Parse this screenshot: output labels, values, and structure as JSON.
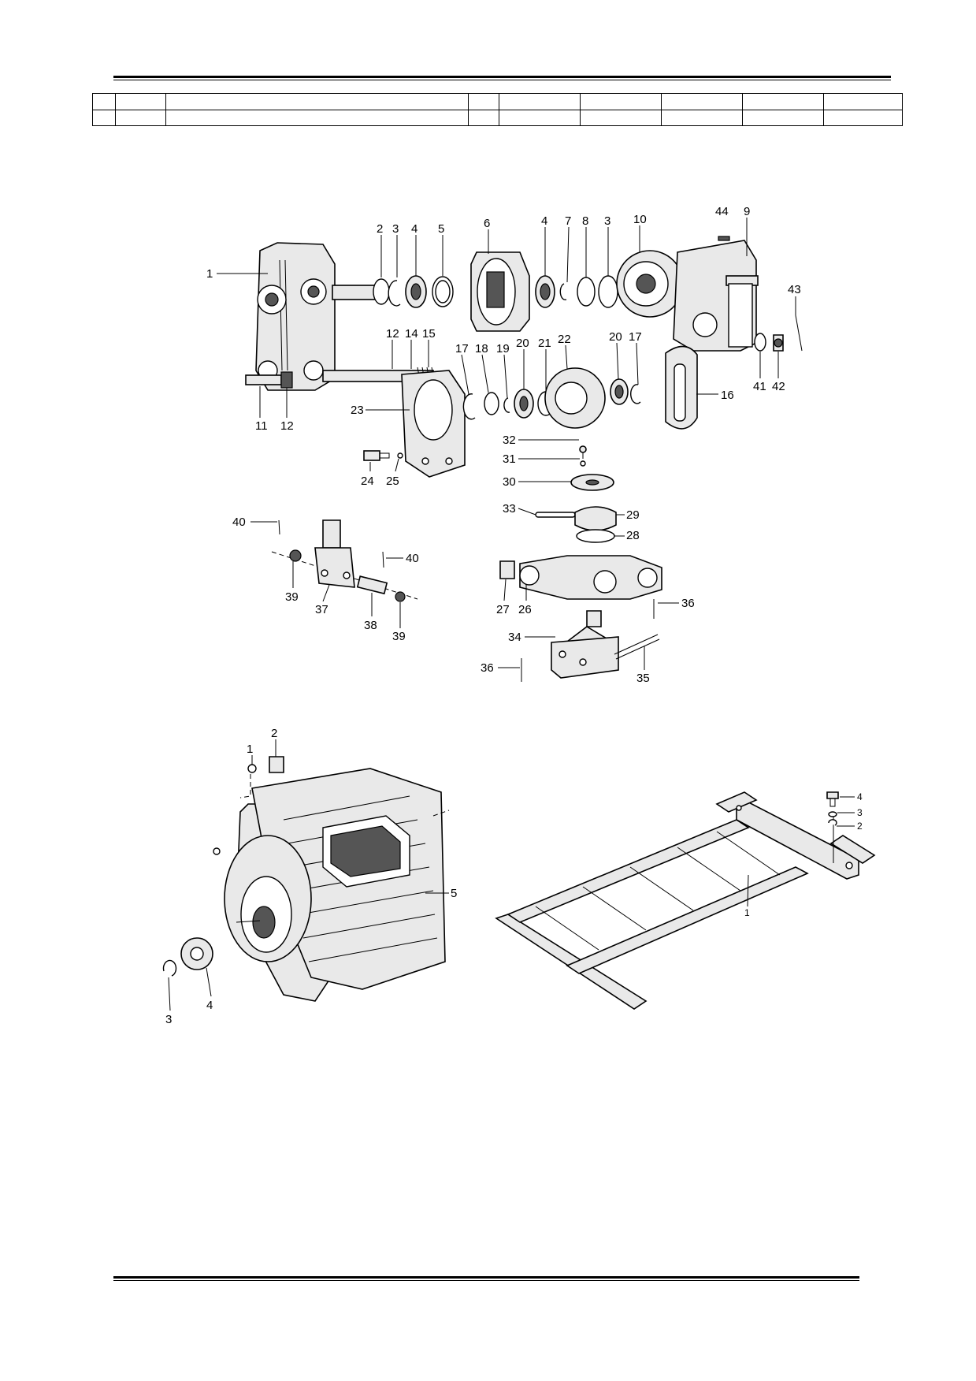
{
  "header_table": {
    "rows": [
      [
        "",
        "",
        "",
        "",
        "",
        "",
        "",
        "",
        ""
      ],
      [
        "",
        "",
        "",
        "",
        "",
        "",
        "",
        "",
        ""
      ]
    ]
  },
  "figure_gearbox": {
    "callouts": [
      "1",
      "2",
      "3",
      "4",
      "5",
      "6",
      "4",
      "7",
      "8",
      "3",
      "10",
      "44",
      "9",
      "43",
      "12",
      "14",
      "15",
      "17",
      "18",
      "19",
      "20",
      "21",
      "22",
      "20",
      "17",
      "11",
      "12",
      "23",
      "16",
      "41",
      "42",
      "32",
      "31",
      "30",
      "24",
      "25",
      "33",
      "29",
      "28",
      "40",
      "40",
      "39",
      "37",
      "38",
      "39",
      "27",
      "26",
      "36",
      "34",
      "35",
      "36"
    ]
  },
  "figure_engine": {
    "callouts": [
      "1",
      "2",
      "5",
      "4",
      "3"
    ]
  },
  "figure_frame": {
    "callouts": [
      "4",
      "3",
      "2",
      "1"
    ]
  }
}
